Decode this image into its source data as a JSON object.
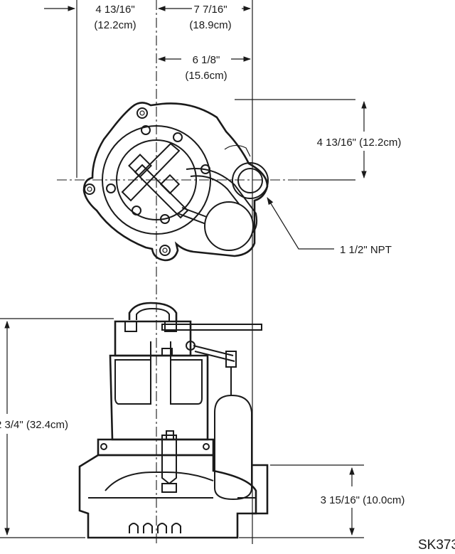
{
  "dimensions": {
    "d1": {
      "imperial": "4 13/16\"",
      "metric": "(12.2cm)"
    },
    "d2": {
      "imperial": "7 7/16\"",
      "metric": "(18.9cm)"
    },
    "d3": {
      "imperial": "6 1/8\"",
      "metric": "(15.6cm)"
    },
    "d4": "4 13/16\" (12.2cm)",
    "d5": "2 3/4\" (32.4cm)",
    "d6": "3 15/16\" (10.0cm)"
  },
  "callouts": {
    "npt": "1 1/2\" NPT"
  },
  "drawing_code": "SK373"
}
